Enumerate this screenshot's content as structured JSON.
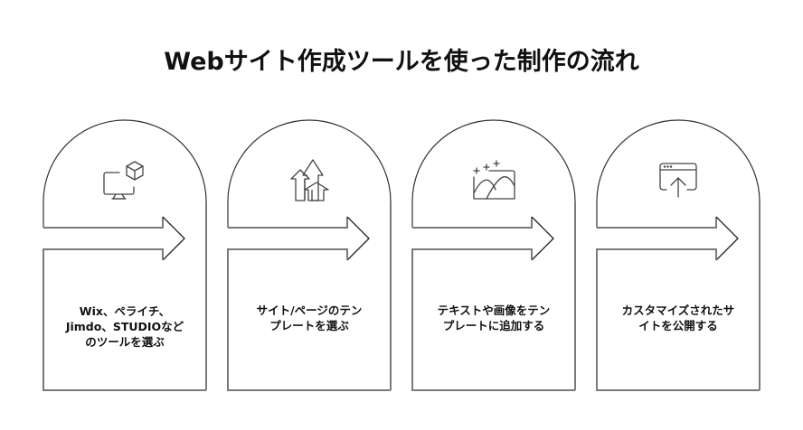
{
  "title": "Webサイト作成ツールを使った制作の流れ",
  "colors": {
    "outline": "#7a7a7a",
    "arc": "#333333",
    "icon": "#444444",
    "text": "#111111",
    "background": "#ffffff"
  },
  "steps": [
    {
      "icon": "monitor-cube-icon",
      "lines": [
        "Wix、ペライチ、",
        "Jimdo、STUDIOなど",
        "のツールを選ぶ"
      ]
    },
    {
      "icon": "growth-arrows-icon",
      "lines": [
        "サイト/ページのテン",
        "プレートを選ぶ"
      ]
    },
    {
      "icon": "image-sparkle-icon",
      "lines": [
        "テキストや画像をテン",
        "プレートに追加する"
      ]
    },
    {
      "icon": "browser-upload-icon",
      "lines": [
        "カスタマイズされたサ",
        "イトを公開する"
      ]
    }
  ]
}
